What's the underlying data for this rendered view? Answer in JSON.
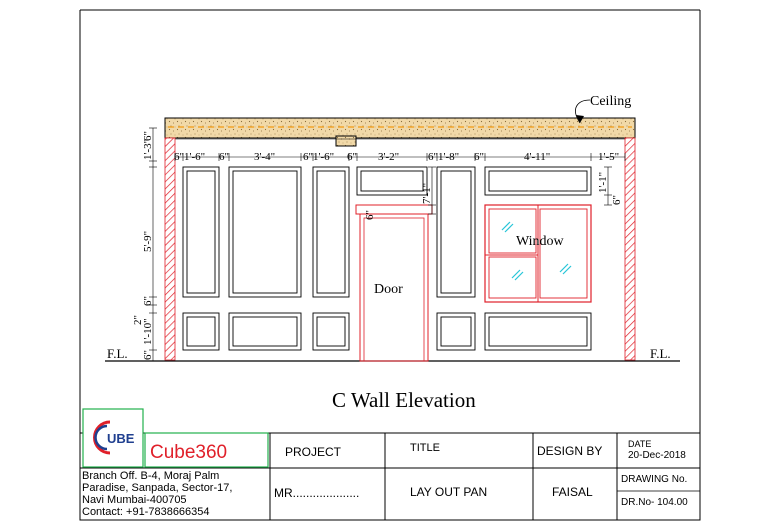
{
  "drawing": {
    "title": "C Wall Elevation",
    "labels": {
      "ceiling": "Ceiling",
      "door": "Door",
      "window": "Window",
      "floor_left": "F.L.",
      "floor_right": "F.L."
    },
    "top_dimensions": [
      "6\"",
      "1'-6\"",
      "6\"",
      "3'-4\"",
      "6\"",
      "1'-6\"",
      "6\"",
      "3'-2\"",
      "6\"",
      "1'-8\"",
      "6\"",
      "4'-11\"",
      "1'-5\""
    ],
    "left_dimensions": [
      "1'-3\"",
      "6\"",
      "5'-9\"",
      "6\"",
      "2\"",
      "1'-10\"",
      "6\""
    ],
    "right_dimensions": [
      "1'-1\"",
      "6\""
    ],
    "door_dimensions": [
      "6\"",
      "7'-1\""
    ]
  },
  "title_block": {
    "logo_text": "UBE",
    "company": "Cube360",
    "address_lines": [
      "Branch Off. B-4, Moraj Palm",
      "Paradise, Sanpada, Sector-17,",
      "Navi Mumbai-400705",
      "Contact: +91-7838666354"
    ],
    "project_label": "PROJECT",
    "client": "MR....................",
    "title_label": "TITLE",
    "title_value": "LAY OUT PAN",
    "design_by_label": "DESIGN BY",
    "design_by_value": "FAISAL",
    "date_label": "DATE",
    "date_value": "20-Dec-2018",
    "drawing_no_label": "DRAWING No.",
    "drawing_no_value": "DR.No- 104.00"
  },
  "colors": {
    "line": "#000000",
    "accent_red": "#e0202a",
    "frame_green": "#22b14c",
    "ceiling_fill": "#f1d9a8",
    "dashed_orange": "#f39c12",
    "glass_cyan": "#27c5d8",
    "logo_blue": "#1f3f8f"
  }
}
